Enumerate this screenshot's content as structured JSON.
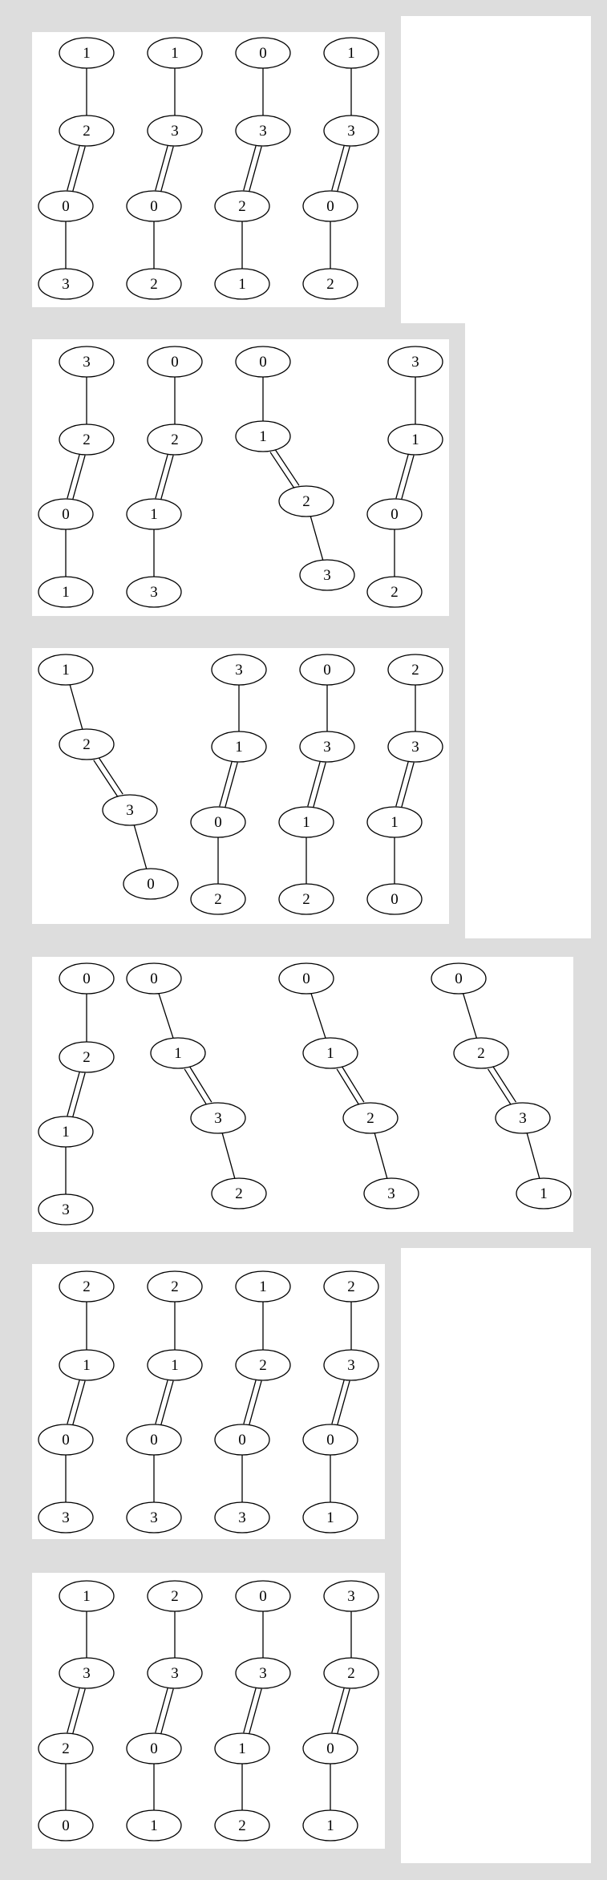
{
  "colors": {
    "background": "#dddddd",
    "panel": "#ffffff",
    "stroke": "#000000",
    "text": "#000000"
  },
  "panels": [
    {
      "graphs": [
        {
          "nodes": [
            "1",
            "2",
            "0",
            "3"
          ],
          "edges": [
            "single",
            "double",
            "single"
          ]
        },
        {
          "nodes": [
            "1",
            "3",
            "0",
            "2"
          ],
          "edges": [
            "single",
            "double",
            "single"
          ]
        },
        {
          "nodes": [
            "0",
            "3",
            "2",
            "1"
          ],
          "edges": [
            "single",
            "double",
            "single"
          ]
        },
        {
          "nodes": [
            "1",
            "3",
            "0",
            "2"
          ],
          "edges": [
            "single",
            "double",
            "single"
          ]
        }
      ]
    },
    {
      "graphs": [
        {
          "nodes": [
            "3",
            "2",
            "0",
            "1"
          ],
          "edges": [
            "single",
            "double",
            "single"
          ]
        },
        {
          "nodes": [
            "0",
            "2",
            "1",
            "3"
          ],
          "edges": [
            "single",
            "double",
            "single"
          ]
        },
        {
          "nodes": [
            "0",
            "1",
            "2",
            "3"
          ],
          "edges": [
            "single",
            "double",
            "single"
          ]
        },
        {
          "nodes": [
            "3",
            "1",
            "0",
            "2"
          ],
          "edges": [
            "single",
            "double",
            "single"
          ]
        }
      ]
    },
    {
      "graphs": [
        {
          "nodes": [
            "1",
            "2",
            "3",
            "0"
          ],
          "edges": [
            "single",
            "double",
            "single"
          ]
        },
        {
          "nodes": [
            "3",
            "1",
            "0",
            "2"
          ],
          "edges": [
            "single",
            "double",
            "single"
          ]
        },
        {
          "nodes": [
            "0",
            "3",
            "1",
            "2"
          ],
          "edges": [
            "single",
            "double",
            "single"
          ]
        },
        {
          "nodes": [
            "2",
            "3",
            "1",
            "0"
          ],
          "edges": [
            "single",
            "double",
            "single"
          ]
        }
      ]
    },
    {
      "graphs": [
        {
          "nodes": [
            "0",
            "2",
            "1",
            "3"
          ],
          "edges": [
            "single",
            "double",
            "single"
          ]
        },
        {
          "nodes": [
            "0",
            "1",
            "3",
            "2"
          ],
          "edges": [
            "single",
            "double",
            "single"
          ]
        },
        {
          "nodes": [
            "0",
            "1",
            "2",
            "3"
          ],
          "edges": [
            "single",
            "double",
            "single"
          ]
        },
        {
          "nodes": [
            "0",
            "2",
            "3",
            "1"
          ],
          "edges": [
            "single",
            "double",
            "single"
          ]
        }
      ]
    },
    {
      "graphs": [
        {
          "nodes": [
            "2",
            "1",
            "0",
            "3"
          ],
          "edges": [
            "single",
            "double",
            "single"
          ]
        },
        {
          "nodes": [
            "2",
            "1",
            "0",
            "3"
          ],
          "edges": [
            "single",
            "double",
            "single"
          ]
        },
        {
          "nodes": [
            "1",
            "2",
            "0",
            "3"
          ],
          "edges": [
            "single",
            "double",
            "single"
          ]
        },
        {
          "nodes": [
            "2",
            "3",
            "0",
            "1"
          ],
          "edges": [
            "single",
            "double",
            "single"
          ]
        }
      ]
    },
    {
      "graphs": [
        {
          "nodes": [
            "1",
            "3",
            "2",
            "0"
          ],
          "edges": [
            "single",
            "double",
            "single"
          ]
        },
        {
          "nodes": [
            "2",
            "3",
            "0",
            "1"
          ],
          "edges": [
            "single",
            "double",
            "single"
          ]
        },
        {
          "nodes": [
            "0",
            "3",
            "1",
            "2"
          ],
          "edges": [
            "single",
            "double",
            "single"
          ]
        },
        {
          "nodes": [
            "3",
            "2",
            "0",
            "1"
          ],
          "edges": [
            "single",
            "double",
            "single"
          ]
        }
      ]
    }
  ]
}
